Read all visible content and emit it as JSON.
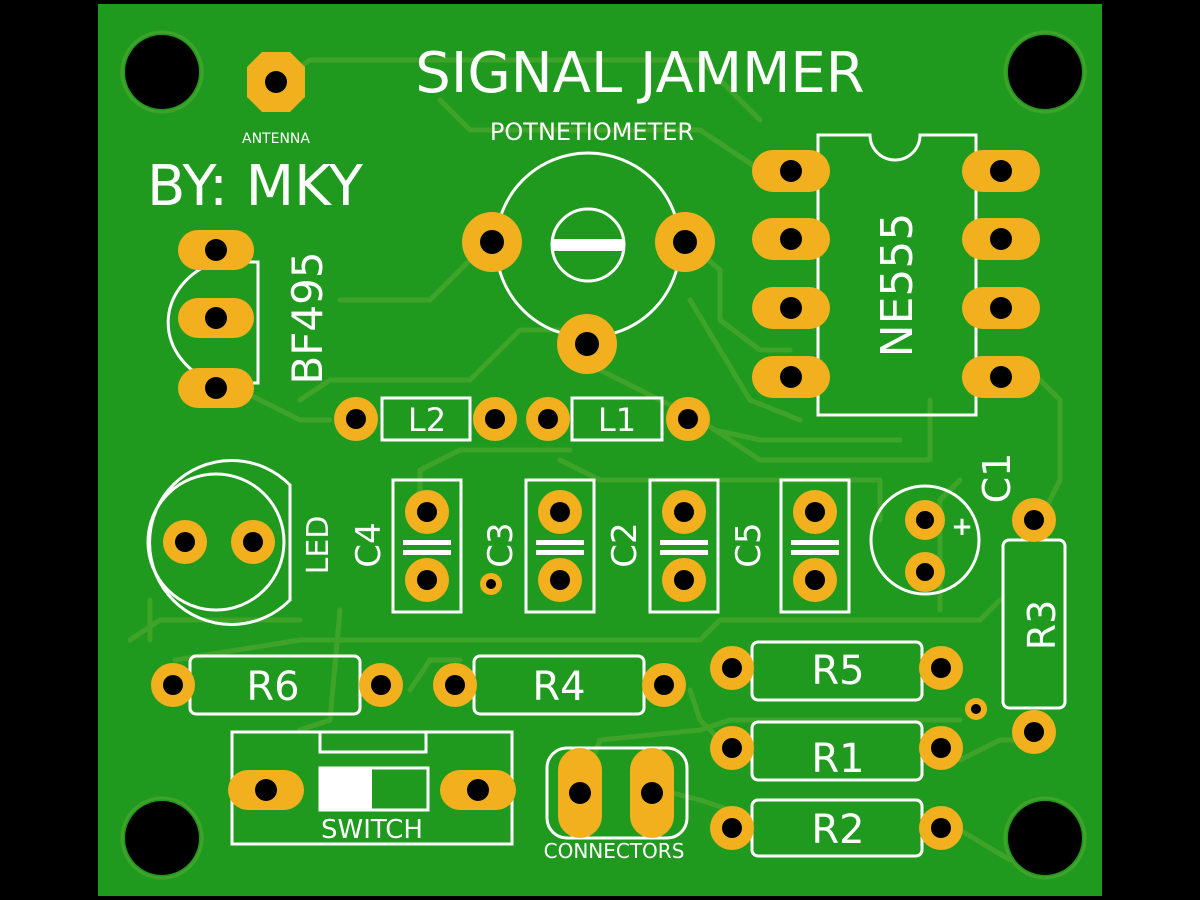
{
  "board": {
    "title": "SIGNAL JAMMER",
    "author": "BY: MKY",
    "colors": {
      "board": "#1f9a1f",
      "copper_trace": "#3fa32a",
      "pad": "#f2b01e",
      "silkscreen": "#ffffff",
      "background": "#000000"
    }
  },
  "labels": {
    "antenna": "ANTENNA",
    "potentiometer": "POTNETIOMETER",
    "ic": "NE555",
    "transistor": "BF495",
    "l2": "L2",
    "l1": "L1",
    "led": "LED",
    "c4": "C4",
    "c3": "C3",
    "c2": "C2",
    "c5": "C5",
    "c1": "C1",
    "c1_polarity": "+",
    "r3": "R3",
    "r6": "R6",
    "r4": "R4",
    "r5": "R5",
    "r1": "R1",
    "r2": "R2",
    "switch": "SWITCH",
    "connectors": "CONNECTORS"
  }
}
